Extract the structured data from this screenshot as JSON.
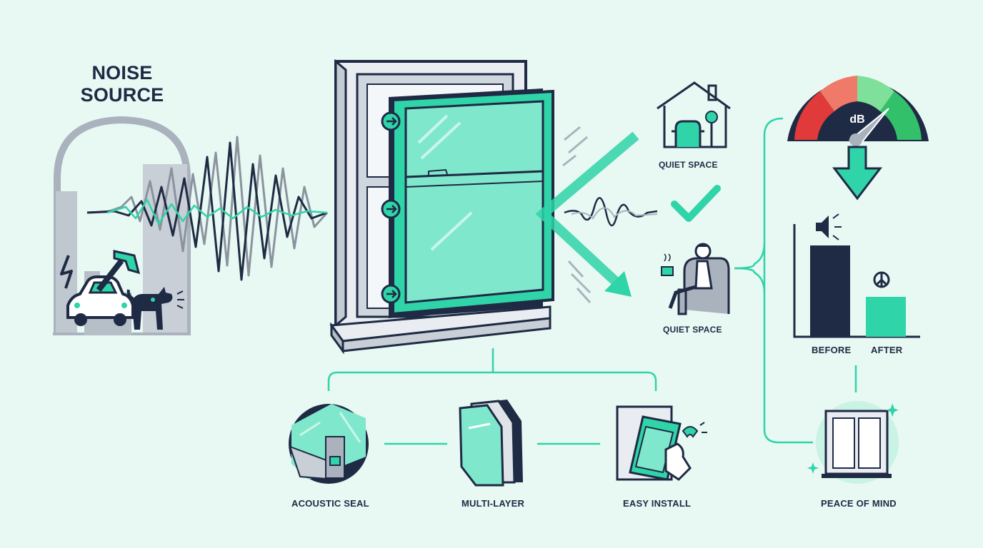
{
  "noise_source": {
    "line1": "NOISE",
    "line2": "SOURCE"
  },
  "quiet_space_top": "QUIET SPACE",
  "quiet_space_bottom": "QUIET SPACE",
  "meter": {
    "unit": "dB"
  },
  "comparison": {
    "before_label": "BEFORE",
    "after_label": "AFTER",
    "before_level": 0.82,
    "after_level": 0.36
  },
  "features": [
    {
      "label": "ACOUSTIC SEAL"
    },
    {
      "label": "MULTI-LAYER"
    },
    {
      "label": "EASY INSTALL"
    }
  ],
  "peace_of_mind": "PEACE OF MIND",
  "colors": {
    "navy": "#1f2a44",
    "teal": "#2fd4a8",
    "teal_light": "#7fe8cc",
    "grey": "#aab3bd",
    "background": "#e8f8f3"
  }
}
